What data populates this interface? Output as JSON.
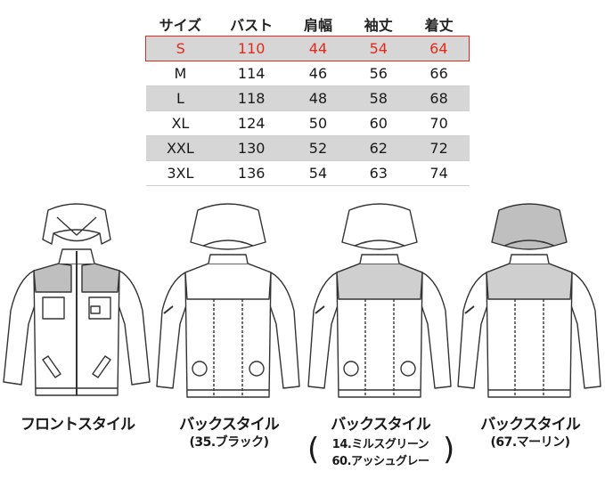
{
  "size_table": {
    "headers": [
      "サイズ",
      "バスト",
      "肩幅",
      "袖丈",
      "着丈"
    ],
    "rows": [
      [
        "S",
        "110",
        "44",
        "54",
        "64"
      ],
      [
        "M",
        "114",
        "46",
        "56",
        "66"
      ],
      [
        "L",
        "118",
        "48",
        "58",
        "68"
      ],
      [
        "XL",
        "124",
        "50",
        "60",
        "70"
      ],
      [
        "XXL",
        "130",
        "52",
        "62",
        "72"
      ],
      [
        "3XL",
        "136",
        "54",
        "63",
        "74"
      ]
    ],
    "highlight_color": "#e4281a"
  },
  "illustrations": [
    {
      "caption": "フロントスタイル",
      "sub": [],
      "yoke_color": "#bfbfbf",
      "hood_color": "#ffffff"
    },
    {
      "caption": "バックスタイル",
      "sub": [
        "(35.ブラック)"
      ],
      "yoke_color": "#ffffff",
      "hood_color": "#ffffff"
    },
    {
      "caption": "バックスタイル",
      "sub": [
        "14.ミルスグリーン",
        "60.アッシュグレー"
      ],
      "yoke_color": "#cfcfcf",
      "hood_color": "#ffffff"
    },
    {
      "caption": "バックスタイル",
      "sub": [
        "(67.マーリン)"
      ],
      "yoke_color": "#cfcfcf",
      "hood_color": "#bfbfbf"
    }
  ]
}
